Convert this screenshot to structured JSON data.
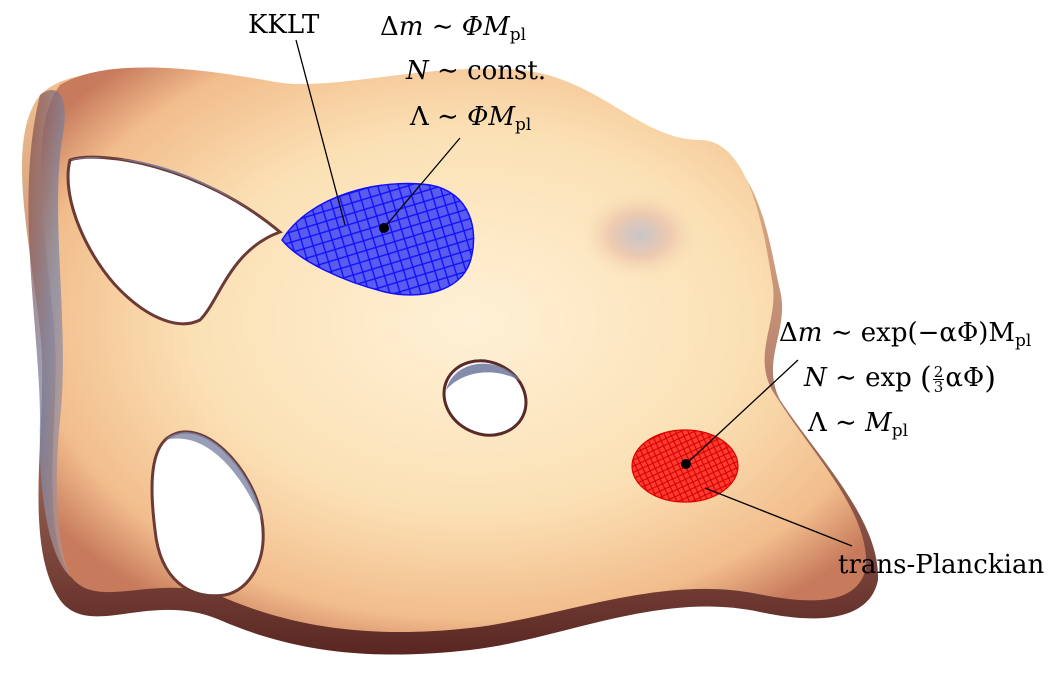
{
  "labels": {
    "kklt": "KKLT",
    "trans_planckian": "trans-Planckian"
  },
  "kklt_relations": {
    "mass_gap": {
      "lhs": "Δ",
      "var": "m",
      "rel": "∼",
      "rhs_main": "ΦM",
      "rhs_sub": "pl"
    },
    "species": {
      "var": "N",
      "rel": "∼",
      "rhs": "const."
    },
    "cutoff": {
      "sym": "Λ",
      "rel": "∼",
      "rhs_main": "ΦM",
      "rhs_sub": "pl"
    }
  },
  "trans_planckian_relations": {
    "mass_gap": {
      "lhs": "Δ",
      "var": "m",
      "rel": "∼",
      "rhs_pre": "exp(−αΦ)M",
      "rhs_sub": "pl"
    },
    "species": {
      "var": "N",
      "rel": "∼",
      "rhs_fn": "exp",
      "open": "(",
      "frac_num": "2",
      "frac_den": "3",
      "rhs_tail": "αΦ",
      "close": ")"
    },
    "cutoff": {
      "sym": "Λ",
      "rel": "∼",
      "rhs_main": "M",
      "rhs_sub": "pl"
    }
  },
  "colors": {
    "surface_light": "#fde9c4",
    "surface_mid": "#f6c995",
    "surface_shadow_warm": "#a04a32",
    "surface_shadow_cool": "#6f7b9e",
    "kklt_patch": "#2424ff",
    "trans_planckian_patch": "#ff1a10",
    "leader_lines": "#000000"
  }
}
